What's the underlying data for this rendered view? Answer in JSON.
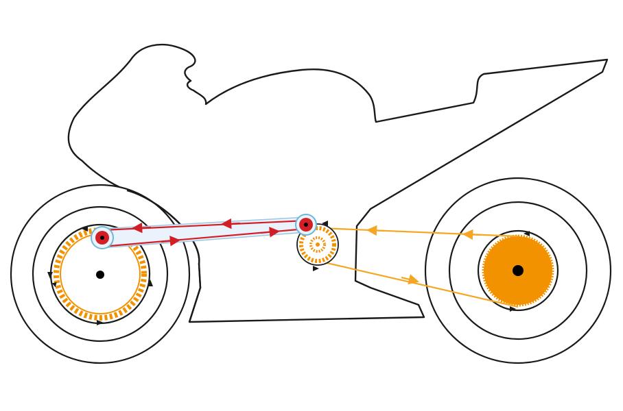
{
  "colors": {
    "background": "#ffffff",
    "outline": "#1a1a1a",
    "belt_primary": "#d21f25",
    "belt_primary_fill": "#eaf2fb",
    "pulley_ring": "#6fb7d8",
    "chain_secondary": "#f5a623",
    "sprocket": "#f39200",
    "axle": "#000000"
  },
  "diagram": {
    "subject": "motorcycle-drivetrain",
    "components": [
      {
        "id": "front-wheel",
        "icon": "wheel-icon"
      },
      {
        "id": "front-brake-sprocket",
        "icon": "sprocket-icon"
      },
      {
        "id": "front-pulley",
        "icon": "pulley-icon"
      },
      {
        "id": "mid-pulley",
        "icon": "pulley-icon"
      },
      {
        "id": "countershaft-sprocket",
        "icon": "sprocket-icon"
      },
      {
        "id": "rear-sprocket",
        "icon": "sprocket-icon"
      },
      {
        "id": "rear-wheel",
        "icon": "wheel-icon"
      },
      {
        "id": "belt-primary",
        "icon": "belt-icon"
      },
      {
        "id": "chain-secondary",
        "icon": "chain-icon"
      }
    ]
  }
}
